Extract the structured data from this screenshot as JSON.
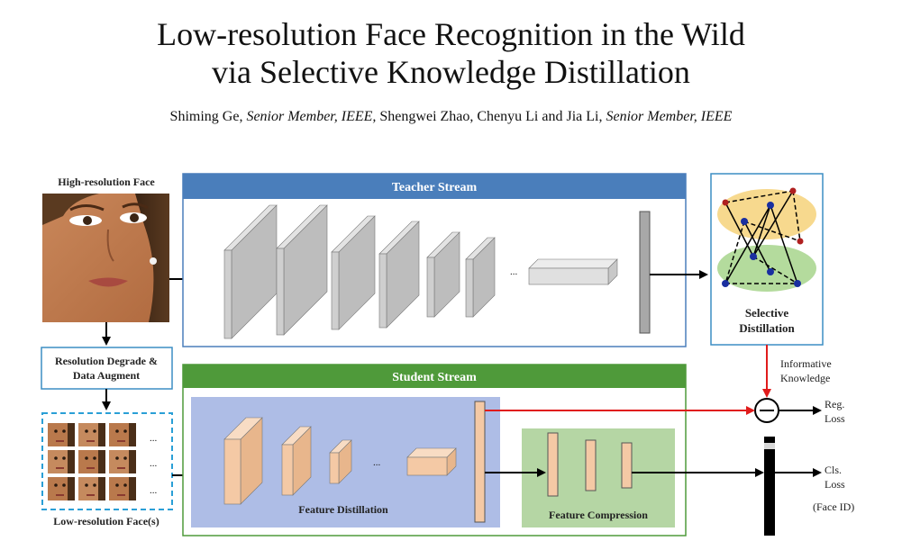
{
  "paper": {
    "title_line1": "Low-resolution Face Recognition in the Wild",
    "title_line2": "via Selective Knowledge Distillation",
    "authors": [
      {
        "name": "Shiming Ge,",
        "affiliation": "Senior Member, IEEE,"
      },
      {
        "name": "Shengwei Zhao, Chenyu Li and Jia Li,",
        "affiliation": "Senior Member, IEEE"
      }
    ]
  },
  "figure": {
    "high_res_label": "High-resolution Face",
    "degrade_label_line1": "Resolution Degrade &",
    "degrade_label_line2": "Data Augment",
    "low_res_label": "Low-resolution Face(s)",
    "teacher_title": "Teacher Stream",
    "student_title": "Student Stream",
    "selective_line1": "Selective",
    "selective_line2": "Distillation",
    "informative_line1": "Informative",
    "informative_line2": "Knowledge",
    "feature_distillation": "Feature Distillation",
    "feature_compression": "Feature Compression",
    "reg_loss_line1": "Reg.",
    "reg_loss_line2": "Loss",
    "cls_loss_line1": "Cls.",
    "cls_loss_line2": "Loss",
    "face_id": "(Face ID)",
    "ellipsis": "...",
    "colors": {
      "teacher_header": "#4a7ebb",
      "student_header": "#4f9a3a",
      "feature_distillation_bg": "#aebde6",
      "feature_compression_bg": "#b5d6a4",
      "student_layer": "#f4c9a5",
      "teacher_layer": "#c8c8c8",
      "red_arrow": "#e01b1b",
      "border_blue": "#3c8ec4"
    }
  }
}
